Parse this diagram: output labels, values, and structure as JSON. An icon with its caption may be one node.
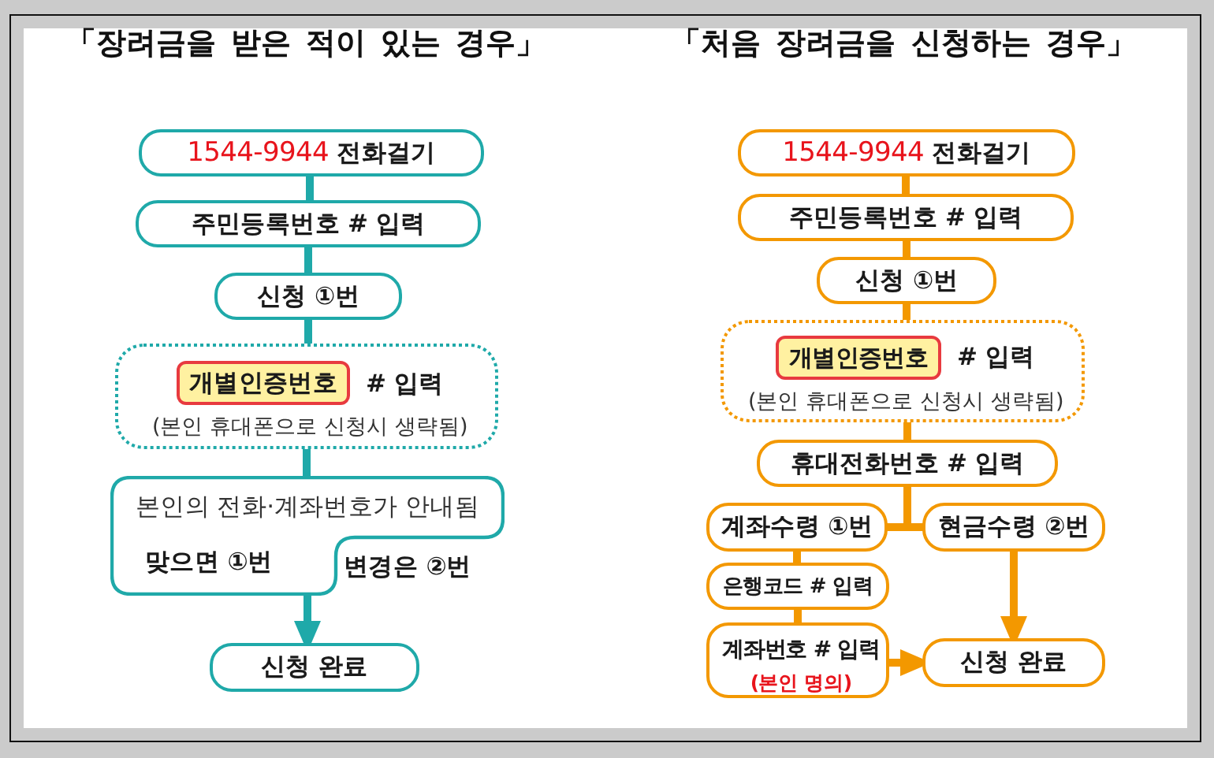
{
  "diagram": {
    "nodes": [
      {
        "text": [
          "1544-9944",
          "전화걸기"
        ]
      },
      {
        "text": [
          "주민등록번호 # 입력"
        ]
      },
      {
        "text": [
          "신청 ①번"
        ]
      },
      {
        "text": [
          "# 입력",
          "(본인 휴대폰으로 신청시 생략됨)"
        ]
      },
      {
        "text": [
          "개별인증번호"
        ],
        "in": 3
      },
      {
        "text": [
          "본인의 전화·계좌번호가 안내됨",
          "맞으면 ①번"
        ],
        "beside": [
          "변경은 ②번"
        ]
      },
      {
        "text": [
          "신청 완료"
        ]
      },
      {
        "text": [
          "1544-9944",
          "전화걸기"
        ]
      },
      {
        "text": [
          "주민등록번호 # 입력"
        ]
      },
      {
        "text": [
          "신청 ①번"
        ]
      },
      {
        "text": [
          "# 입력",
          "(본인 휴대폰으로 신청시 생략됨)"
        ]
      },
      {
        "text": [
          "개별인증번호"
        ],
        "in": 10
      },
      {
        "text": [
          "휴대전화번호 # 입력"
        ]
      },
      {
        "text": [
          "계좌수령 ①번"
        ]
      },
      {
        "text": [
          "현금수령 ②번"
        ]
      },
      {
        "text": [
          "은행코드 # 입력"
        ]
      },
      {
        "text": [
          "계좌번호 # 입력",
          "(본인 명의)"
        ]
      },
      {
        "text": [
          "신청 완료"
        ]
      }
    ],
    "edges": [
      {
        "from": 0,
        "to": 1,
        "arrow": "none",
        "color": "#1fa9a9"
      },
      {
        "from": 1,
        "to": 2,
        "arrow": "none",
        "color": "#1fa9a9"
      },
      {
        "from": 2,
        "to": 3,
        "arrow": "none",
        "color": "#1fa9a9"
      },
      {
        "from": 3,
        "to": 5,
        "arrow": "none",
        "color": "#1fa9a9"
      },
      {
        "from": 5,
        "to": 6,
        "arrow": "to",
        "color": "#1fa9a9"
      },
      {
        "from": 7,
        "to": 8,
        "arrow": "none"
      },
      {
        "from": 8,
        "to": 9,
        "arrow": "none"
      },
      {
        "from": 9,
        "to": 10,
        "arrow": "none"
      },
      {
        "from": 10,
        "to": 12,
        "arrow": "none"
      },
      {
        "from": 12,
        "to": 13,
        "arrow": "none"
      },
      {
        "from": 12,
        "to": 14,
        "arrow": "none"
      },
      {
        "from": 13,
        "to": 15,
        "arrow": "none"
      },
      {
        "from": 15,
        "to": 16,
        "arrow": "none"
      },
      {
        "from": 16,
        "to": 17,
        "arrow": "to"
      },
      {
        "from": 14,
        "to": 17,
        "arrow": "to"
      }
    ],
    "labels": [
      "「장려금을 받은 적이 있는 경우」",
      "「처음 장려금을 신청하는 경우」"
    ]
  }
}
